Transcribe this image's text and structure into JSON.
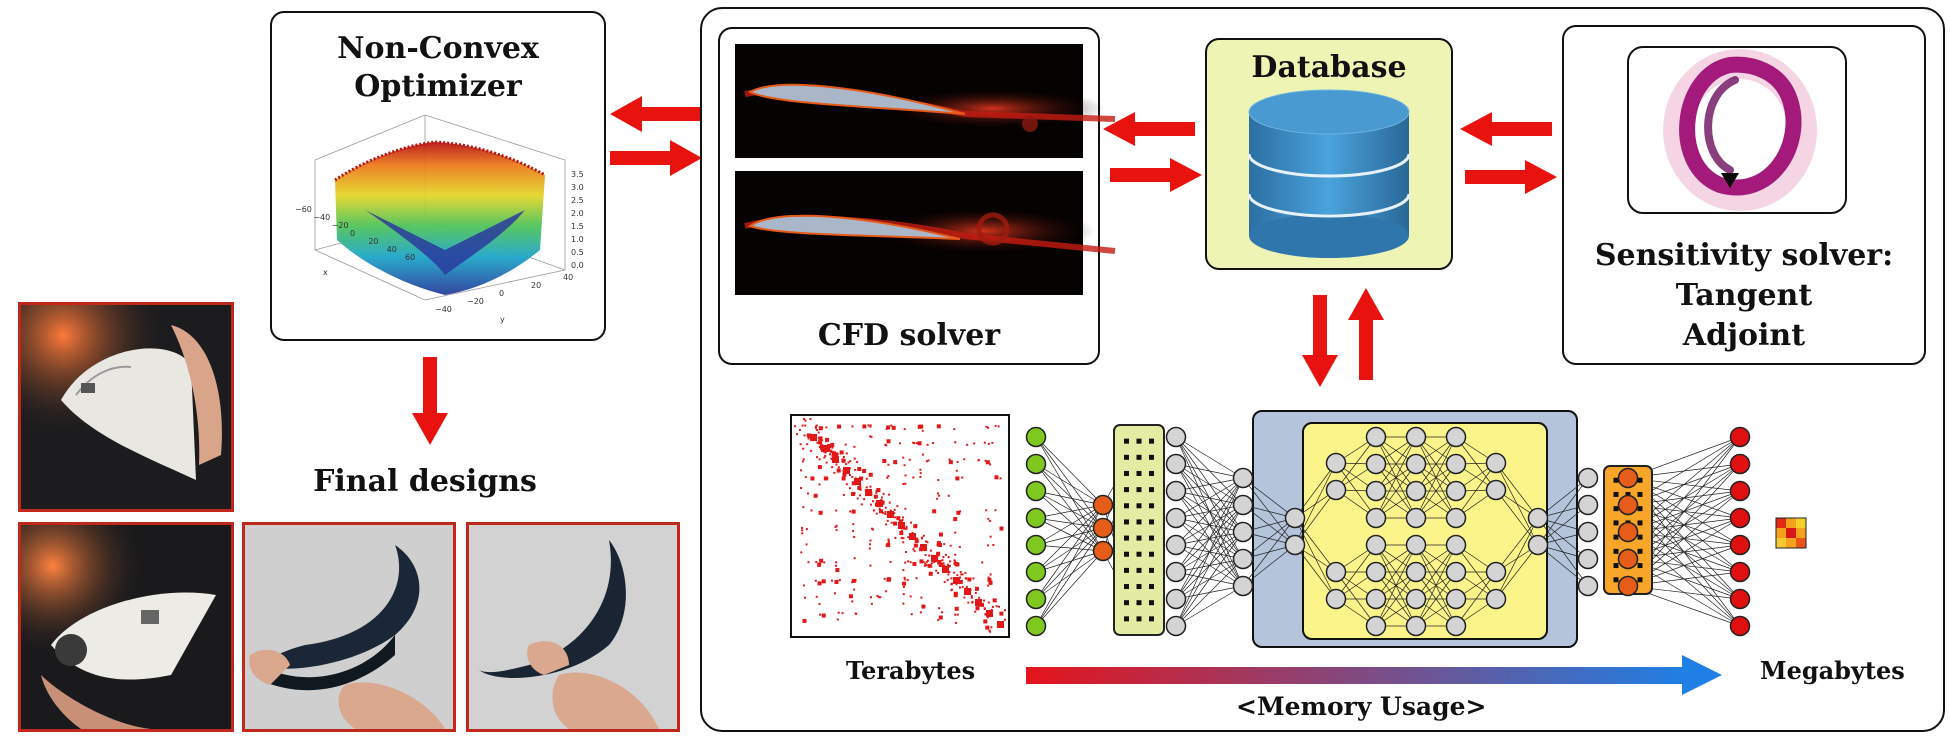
{
  "optimizer": {
    "title_line1": "Non-Convex",
    "title_line2": "Optimizer",
    "x_ticks": [
      "−60",
      "−40",
      "−20",
      "0",
      "20",
      "40",
      "60"
    ],
    "y_ticks": [
      "−40",
      "−20",
      "0",
      "20",
      "40"
    ],
    "z_ticks": [
      "0.0",
      "0.5",
      "1.0",
      "1.5",
      "2.0",
      "2.5",
      "3.0",
      "3.5"
    ],
    "x_axis_letter": "x",
    "y_axis_letter": "y"
  },
  "final_designs": {
    "title": "Final designs"
  },
  "cfd": {
    "title": "CFD solver"
  },
  "database": {
    "title": "Database"
  },
  "sensitivity": {
    "line1": "Sensitivity solver:",
    "line2": "Tangent",
    "line3": "Adjoint"
  },
  "memory": {
    "left_label": "Terabytes",
    "right_label": "Megabytes",
    "axis_label": "<Memory Usage>"
  },
  "colors": {
    "arrow_red": "#e8130f",
    "frame_red": "#c0281c",
    "database_bg": "#eef5b4",
    "cylinder_blue": "#3a8cc6",
    "nn_panel": "#b4c4db",
    "nn_inner": "#fbf48a",
    "node_green": "#7ec820",
    "node_orange": "#e65d1a",
    "node_red": "#e01010",
    "node_gray": "#d4d4d4",
    "layer_lime": "#e3eca2",
    "layer_amber": "#f7a62a",
    "gradient_start": "#e4141c",
    "gradient_end": "#1f7fe4"
  },
  "icons": [
    "arrow-icon",
    "database-cylinder-icon",
    "sensitivity-swirl-icon",
    "neural-network-diagram",
    "sparse-matrix-icon",
    "heatmap-tile-icon"
  ]
}
